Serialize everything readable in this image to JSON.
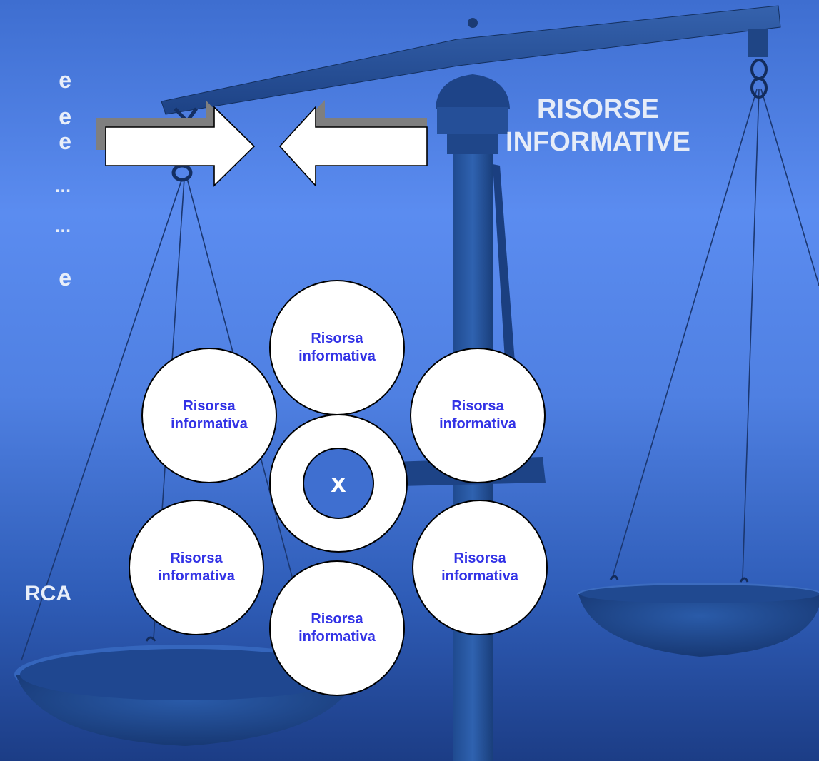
{
  "left_fragments": [
    {
      "text": "e"
    },
    {
      "text": "e"
    },
    {
      "text": "e"
    },
    {
      "text": "…"
    },
    {
      "text": "…"
    },
    {
      "text": "e"
    }
  ],
  "left_bottom_label": "RCA",
  "right_label": "RISORSE\nINFORMATIVE",
  "center_symbol": "x",
  "resources": [
    {
      "label": "Risorsa\ninformativa"
    },
    {
      "label": "Risorsa\ninformativa"
    },
    {
      "label": "Risorsa\ninformativa"
    },
    {
      "label": "Risorsa\ninformativa"
    },
    {
      "label": "Risorsa\ninformativa"
    },
    {
      "label": "Risorsa\ninformativa"
    }
  ],
  "colors": {
    "resource_text": "#3333e6",
    "background_top": "#3e6ed0",
    "background_bottom": "#1c3d86",
    "center_core": "#3f6fd0"
  }
}
